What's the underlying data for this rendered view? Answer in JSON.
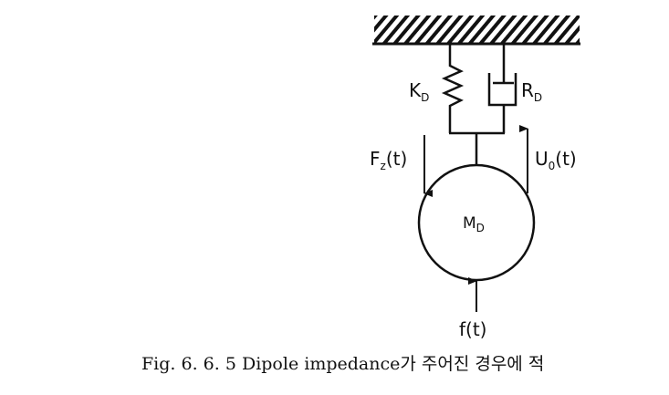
{
  "diagram": {
    "spring_label": {
      "main": "K",
      "sub": "D"
    },
    "damper_label": {
      "main": "R",
      "sub": "D"
    },
    "force_label": {
      "main": "F",
      "sub": "z",
      "tail": "(t)"
    },
    "velocity_label": {
      "main": "U",
      "sub": "0",
      "tail": "(t)"
    },
    "mass_label": {
      "main": "M",
      "sub": "D"
    },
    "input_force_label": "f(t)"
  },
  "caption": "Fig. 6. 6. 5   Dipole impedance가 주어진 경우에 적"
}
